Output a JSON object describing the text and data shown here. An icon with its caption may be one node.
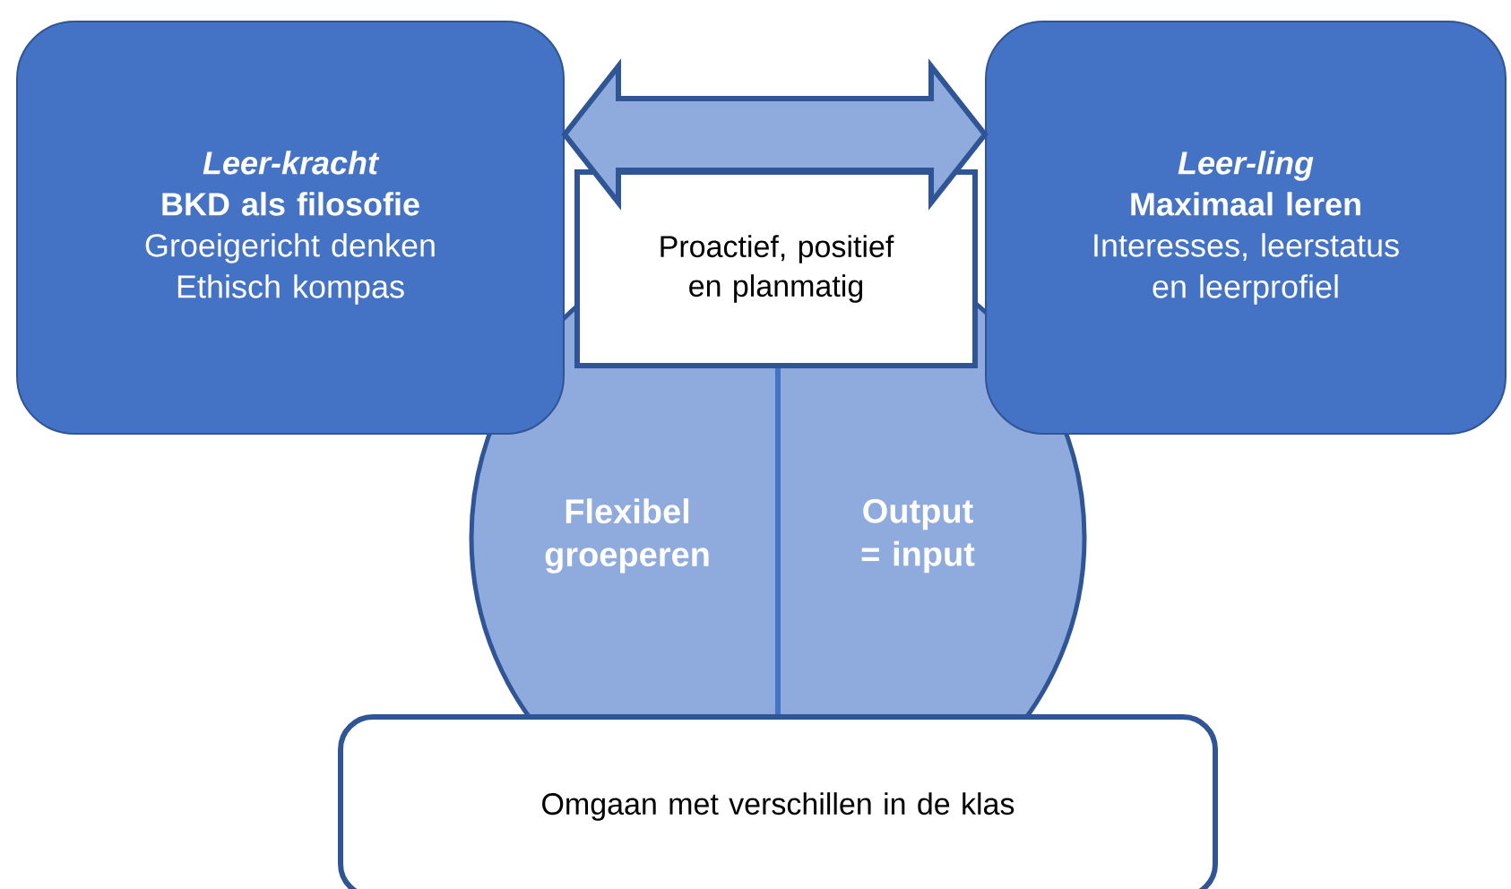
{
  "diagram": {
    "nodes": [
      {
        "text": [
          "Leer-kracht",
          "BKD als filosofie",
          "Groeigericht denken Ethisch kompas"
        ]
      },
      {
        "text": [
          "Proactief, positief en planmatig"
        ]
      },
      {
        "text": [
          "Leer-ling",
          "Maximaal leren",
          "Interesses, leerstatus en leerprofiel"
        ]
      },
      {
        "text": [
          "Flexibel groeperen"
        ]
      },
      {
        "text": [
          "Output = input"
        ]
      },
      {
        "text": [
          "Omgaan met verschillen in de klas"
        ]
      }
    ],
    "edges": [
      {
        "from": 0,
        "to": 2,
        "arrow": "both",
        "style": "thick"
      }
    ]
  }
}
